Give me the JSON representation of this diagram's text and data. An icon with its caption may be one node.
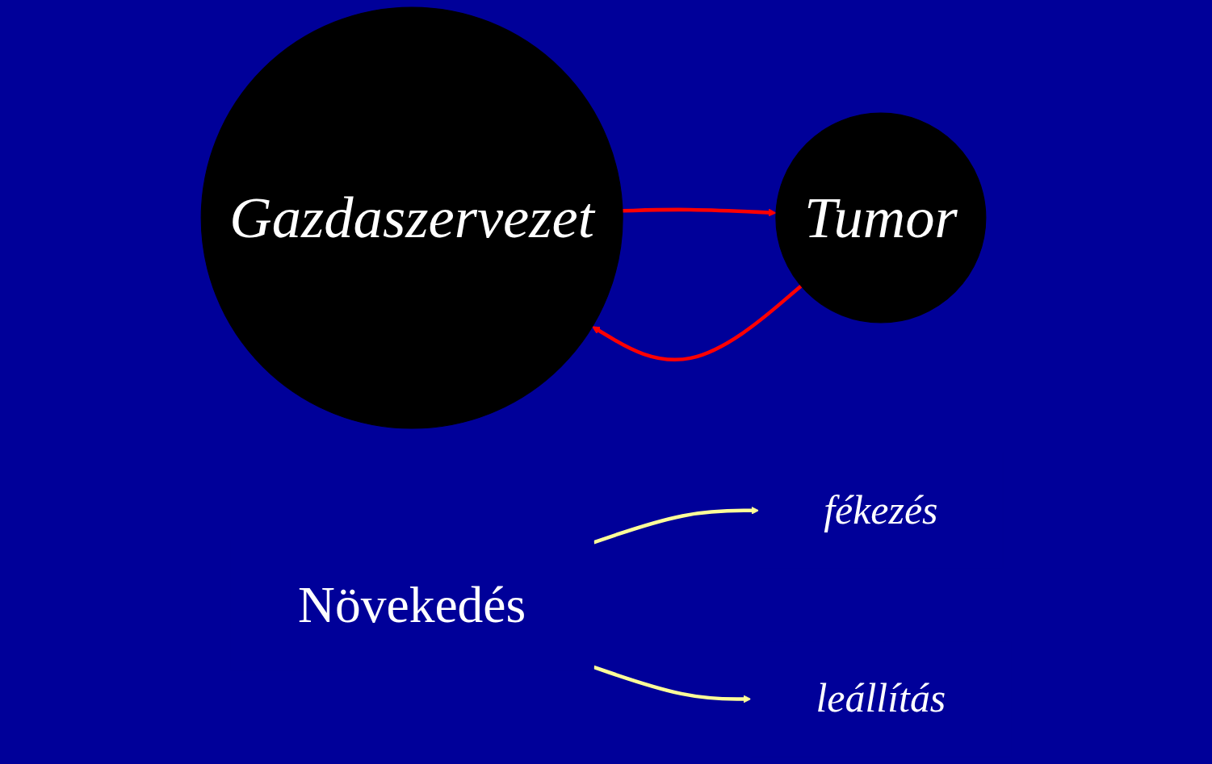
{
  "diagram": {
    "nodes": [
      {
        "text": [
          "Gazdaszervezet"
        ]
      },
      {
        "text": [
          "Tumor"
        ]
      },
      {
        "text": [
          "Növekedés"
        ]
      },
      {
        "text": [
          "fékezés"
        ]
      },
      {
        "text": [
          "leállítás"
        ]
      }
    ],
    "edges": [
      {
        "from": 0,
        "to": 1,
        "arrow": "to",
        "color": "#ff0000"
      },
      {
        "from": 1,
        "to": 0,
        "arrow": "to",
        "color": "#ff0000"
      },
      {
        "from": 2,
        "to": 3,
        "arrow": "to",
        "color": "#ffff99"
      },
      {
        "from": 2,
        "to": 4,
        "arrow": "to",
        "color": "#ffff99"
      }
    ]
  }
}
